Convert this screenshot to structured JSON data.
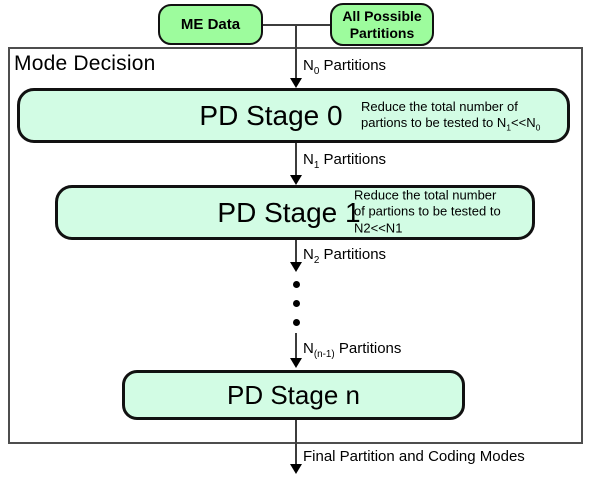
{
  "diagram": {
    "container_title": "Mode Decision",
    "nodes": {
      "me_data": {
        "label": "ME Data"
      },
      "all_partitions": {
        "line1": "All Possible",
        "line2": "Partitions"
      }
    },
    "stages": {
      "stage0": {
        "label": "PD Stage 0",
        "note_line1": "Reduce the total number of",
        "note_line2_pre": "partions to be tested to N",
        "note_line2_sub1": "1",
        "note_line2_mid": "<<N",
        "note_line2_sub2": "0"
      },
      "stage1": {
        "label": "PD Stage 1",
        "note_line1": "Reduce the total number",
        "note_line2": "of partions to be tested to",
        "note_line3": "N2<<N1"
      },
      "stage_n": {
        "label": "PD Stage n"
      }
    },
    "edge_labels": {
      "n0": {
        "pre": "N",
        "sub": "0",
        "post": " Partitions"
      },
      "n1": {
        "pre": "N",
        "sub": "1",
        "post": " Partitions"
      },
      "n2": {
        "pre": "N",
        "sub": "2",
        "post": " Partitions"
      },
      "n_minus_1": {
        "pre": "N",
        "sub": "(n-1)",
        "post": " Partitions"
      },
      "final": "Final Partition and Coding Modes"
    },
    "colors": {
      "node_fill": "#9dfc9d",
      "stage_fill": "#d2fce4",
      "border_black": "#111111",
      "outer_border": "#4e4e4e",
      "line": "#3c3c3c"
    }
  }
}
